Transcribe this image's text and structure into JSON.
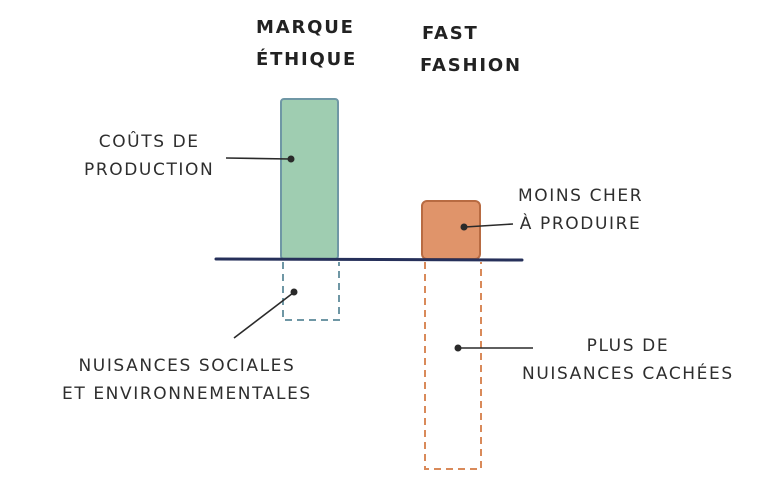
{
  "columns": [
    {
      "header_lines": [
        "MARQUE",
        "ÉTHIQUE"
      ],
      "above_axis": "Coûts de production",
      "below_axis": "Nuisances sociales et environnementales",
      "color": "#9fcdb1",
      "stroke": "#6f97a5"
    },
    {
      "header_lines": [
        "FAST",
        "FASHION"
      ],
      "above_axis": "Moins cher à produire",
      "below_axis": "Plus de nuisances cachées",
      "color": "#e0946a",
      "stroke": "#b86b42"
    }
  ],
  "labels": {
    "couts_lines": [
      "COÛTS DE",
      "PRODUCTION"
    ],
    "moins_cher_lines": [
      "MOINS CHER",
      "À PRODUIRE"
    ],
    "nuisances_lines": [
      "NUISANCES SOCIALES",
      "ET ENVIRONNEMENTALES"
    ],
    "plus_lines": [
      "PLUS DE",
      "NUISANCES CACHÉES"
    ]
  },
  "colors": {
    "axis": "#26305a",
    "ink": "#2a2a2a",
    "ethique_fill": "#9fcdb1",
    "ethique_stroke": "#6f97a5",
    "fast_fill": "#e0946a",
    "fast_stroke": "#b86b42",
    "ethique_dashed": "#6f97a5",
    "fast_dashed": "#d98a5a"
  }
}
